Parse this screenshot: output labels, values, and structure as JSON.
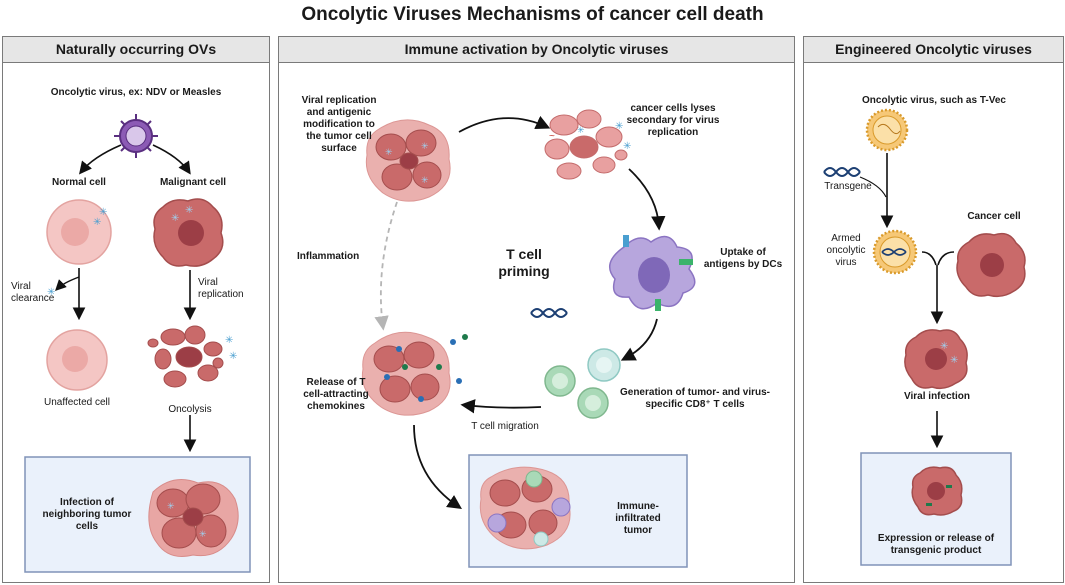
{
  "title": "Oncolytic Viruses Mechanisms of cancer cell death",
  "natural": {
    "header": "Naturally occurring OVs",
    "virus_label": "Oncolytic virus, ex: NDV or Measles",
    "normal_cell": "Normal cell",
    "malignant_cell": "Malignant cell",
    "viral_clearance": "Viral clearance",
    "viral_replication": "Viral replication",
    "unaffected_cell": "Unaffected cell",
    "oncolysis": "Oncolysis",
    "infection_box": "Infection of neighboring tumor cells"
  },
  "immune": {
    "header": "Immune activation by Oncolytic viruses",
    "viral_replication_modification": "Viral replication and antigenic modification to the tumor cell surface",
    "lysis": "cancer cells lyses secondary for virus replication",
    "uptake": "Uptake of antigens by DCs",
    "generation": "Generation of tumor- and virus-specific CD8⁺ T cells",
    "release": "Release of T cell-attracting chemokines",
    "t_cell_migration": "T cell migration",
    "inflammation": "Inflammation",
    "t_cell_priming": "T cell priming",
    "immune_tumor": "Immune-infiltrated tumor"
  },
  "engineered": {
    "header": "Engineered Oncolytic viruses",
    "virus_label": "Oncolytic virus, such as T-Vec",
    "transgene": "Transgene",
    "armed_virus": "Armed oncolytic virus",
    "cancer_cell": "Cancer cell",
    "viral_infection": "Viral infection",
    "expression": "Expression or release of transgenic product"
  },
  "colors": {
    "tumor": "#c96a6a",
    "normal": "#f4c6c4",
    "virus": "#7b4aa0",
    "dc": "#b7a6dd",
    "tcell": "#a9d9b7",
    "box_fill": "#eaf1fb",
    "box_border": "#8093b8"
  }
}
